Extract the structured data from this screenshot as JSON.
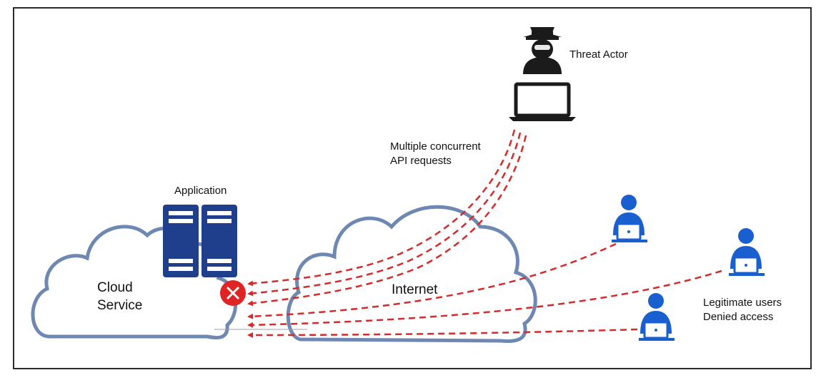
{
  "labels": {
    "threat_actor": "Threat Actor",
    "requests": "Multiple concurrent\nAPI requests",
    "application": "Application",
    "cloud_service": "Cloud\nService",
    "internet": "Internet",
    "legit_users": "Legitimate users\nDenied access"
  },
  "colors": {
    "cloud_stroke": "#6f87b3",
    "server": "#1f3f8c",
    "attack_line": "#d42a2a",
    "user": "#1a5fd0",
    "threat_actor": "#1b1b1b",
    "block_icon": "#e02424"
  },
  "icons": [
    "hacker-icon",
    "laptop-icon",
    "server-icon",
    "block-icon",
    "user-icon"
  ]
}
